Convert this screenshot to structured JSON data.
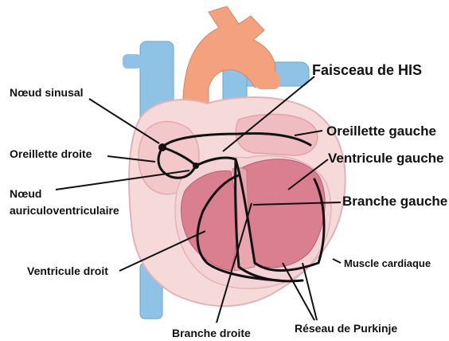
{
  "labels": {
    "faisceau_his": "Faisceau de HIS",
    "noeud_sinusal": "Nœud sinusal",
    "oreillette_droite": "Oreillette droite",
    "noeud_av_line1": "Nœud",
    "noeud_av_line2": "auriculoventriculaire",
    "ventricule_droit": "Ventricule droit",
    "oreillette_gauche": "Oreillette gauche",
    "ventricule_gauche": "Ventricule gauche",
    "branche_gauche": "Branche gauche",
    "muscle_cardiaque": "Muscle cardiaque",
    "branche_droite": "Branche droite",
    "reseau_purkinje": "Réseau de Purkinje"
  },
  "colors": {
    "vein_blue": "#8ec3e6",
    "aorta_orange": "#f4a27e",
    "heart_outer": "#f6dada",
    "heart_inner": "#f3c8cb",
    "ventricle_muscle": "#d97f8f",
    "conduction_line": "#111111"
  }
}
